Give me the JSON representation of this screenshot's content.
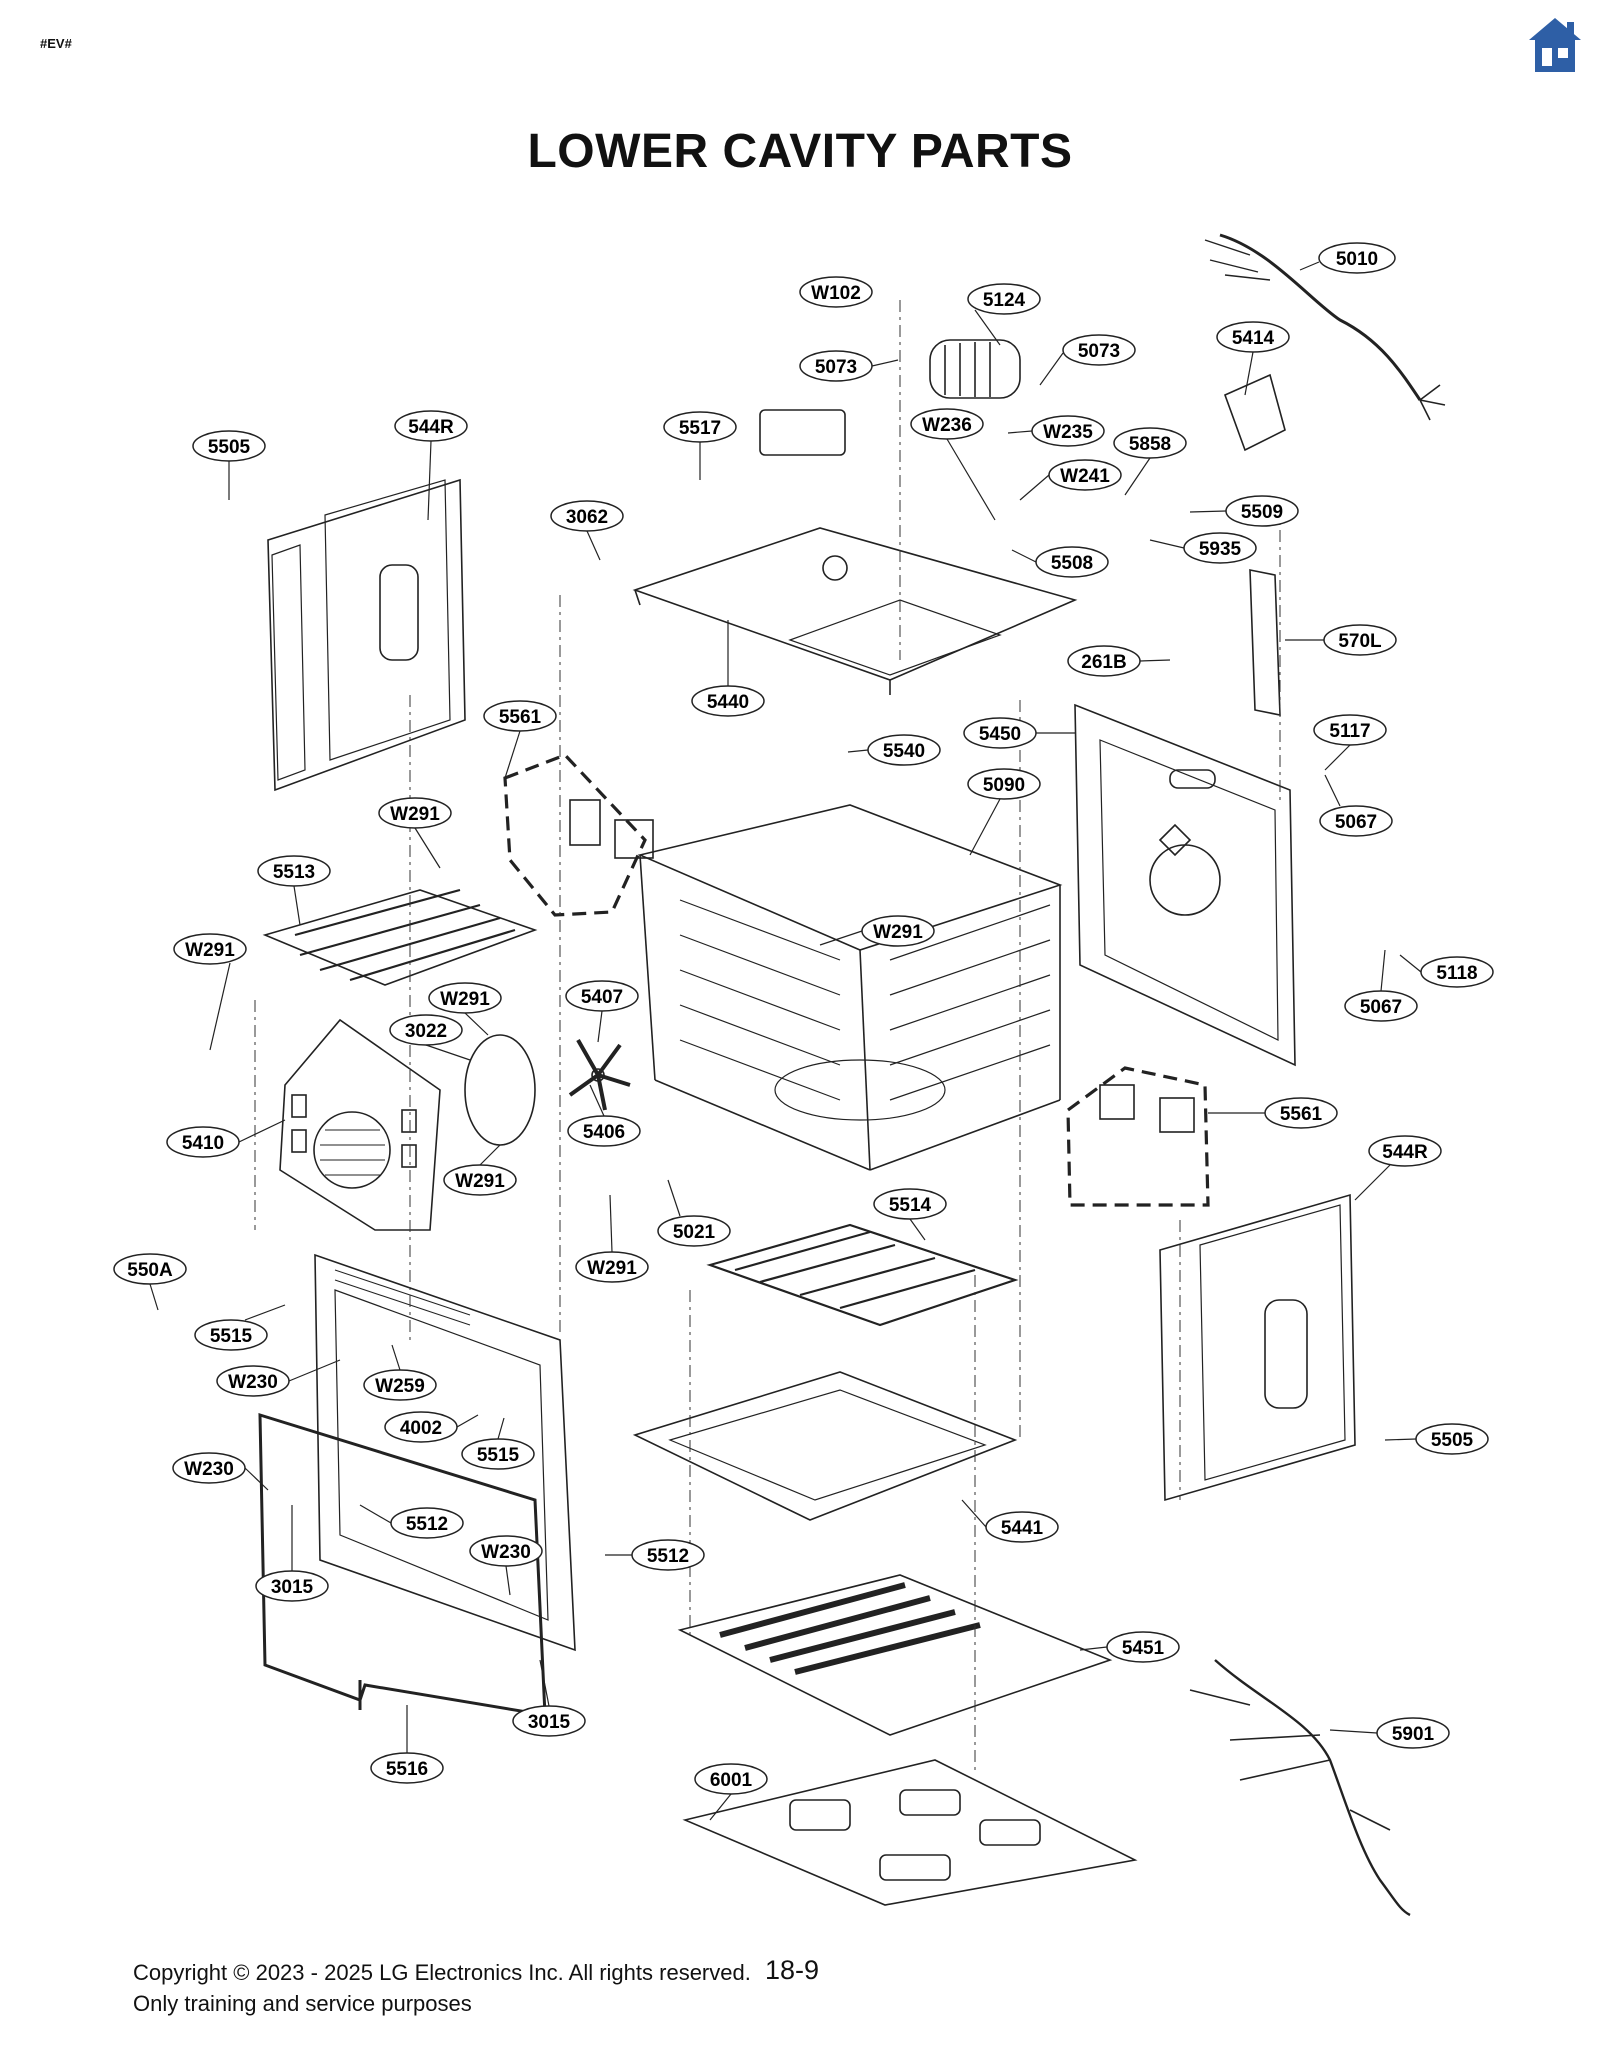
{
  "header": {
    "tag": "#EV#",
    "home_icon": "home-icon",
    "accent_color": "#2e5fa6"
  },
  "title": "LOWER CAVITY PARTS",
  "callouts": {
    "c5010": "5010",
    "c5124": "5124",
    "cW102": "W102",
    "c5073a": "5073",
    "c5073b": "5073",
    "c5414": "5414",
    "c5517": "5517",
    "cW236": "W236",
    "cW235": "W235",
    "c5858": "5858",
    "cW241": "W241",
    "c5509": "5509",
    "c5935": "5935",
    "c5508": "5508",
    "c5505a": "5505",
    "c544Ra": "544R",
    "c3062": "3062",
    "c570L": "570L",
    "c261B": "261B",
    "c5440": "5440",
    "c5117": "5117",
    "c5561a": "5561",
    "c5450": "5450",
    "c5540": "5540",
    "c5067a": "5067",
    "c5090": "5090",
    "cW291a": "W291",
    "c5513": "5513",
    "cW291b": "W291",
    "cW291c": "W291",
    "c5118": "5118",
    "c5067b": "5067",
    "cW291d": "W291",
    "c5407": "5407",
    "c3022": "3022",
    "c5561b": "5561",
    "c5406": "5406",
    "c5410": "5410",
    "c544Rb": "544R",
    "cW291e": "W291",
    "c5514": "5514",
    "c5021": "5021",
    "cW291f": "W291",
    "c550A": "550A",
    "c5515a": "5515",
    "cW230a": "W230",
    "cW259": "W259",
    "c4002": "4002",
    "c5505b": "5505",
    "c5515b": "5515",
    "cW230b": "W230",
    "c5441": "5441",
    "c5512a": "5512",
    "cW230c": "W230",
    "c5512b": "5512",
    "c3015a": "3015",
    "c5451": "5451",
    "c3015b": "3015",
    "c5901": "5901",
    "c5516": "5516",
    "c6001": "6001"
  },
  "footer": {
    "copyright": "Copyright © 2023 - 2025 LG Electronics Inc. All rights reserved.",
    "purpose": "Only training and service purposes",
    "page_number": "18-9"
  }
}
